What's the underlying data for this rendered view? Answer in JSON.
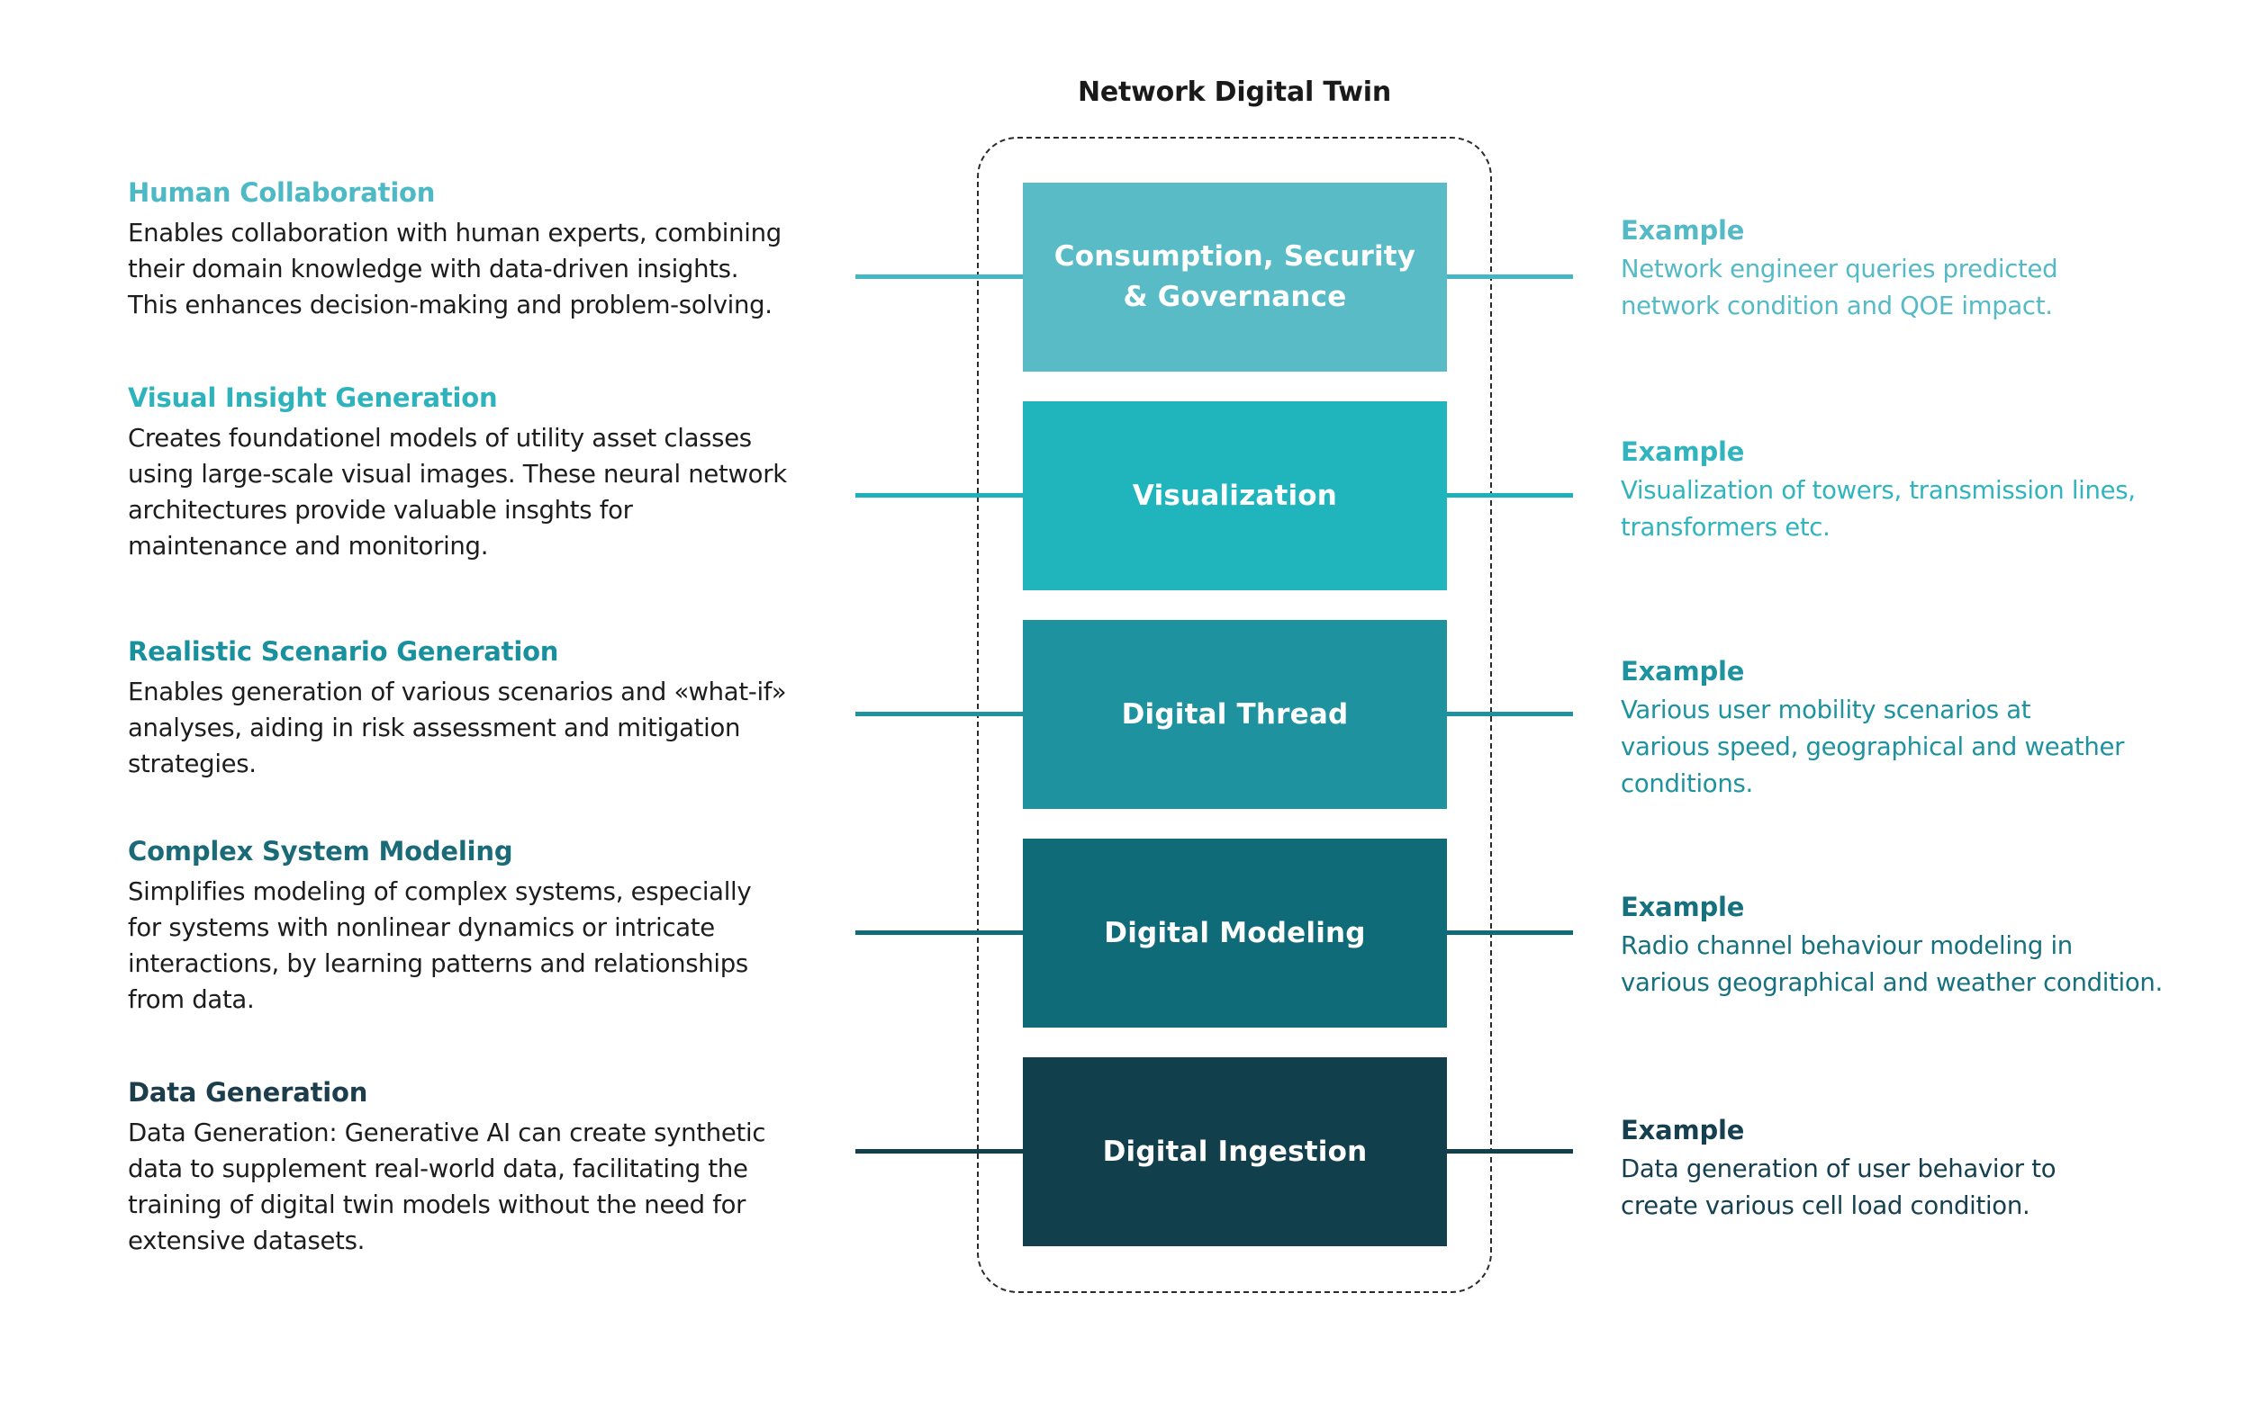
{
  "title": "Network Digital Twin",
  "rows": [
    {
      "feature_heading": "Human Collaboration",
      "feature_text": "Enables collaboration with human experts, combining\ntheir domain knowledge with data-driven insights.\nThis enhances decision-making and problem-solving.",
      "box_label": "Consumption, Security\n& Governance",
      "example_label": "Example",
      "example_text": "Network engineer queries predicted\nnetwork condition and QOE impact.",
      "colors": {
        "box": "#58bbc6",
        "line": "#46b6c3",
        "heading": "#4db9c5",
        "example": "#55bac6"
      }
    },
    {
      "feature_heading": "Visual Insight Generation",
      "feature_text": "Creates foundationel models of utility asset classes\nusing large-scale visual images. These neural network\narchitectures provide valuable insghts for\nmaintenance and monitoring.",
      "box_label": "Visualization",
      "example_label": "Example",
      "example_text": "Visualization of towers, transmission lines,\ntransformers etc.",
      "colors": {
        "box": "#20b4bc",
        "line": "#1db2bb",
        "heading": "#2eb3bd",
        "example": "#31b4be"
      }
    },
    {
      "feature_heading": "Realistic Scenario Generation",
      "feature_text": "Enables generation of various scenarios and «what-if»\nanalyses, aiding in risk assessment and mitigation\nstrategies.",
      "box_label": "Digital Thread",
      "example_label": "Example",
      "example_text": "Various user mobility scenarios at\nvarious speed, geographical and weather\nconditions.",
      "colors": {
        "box": "#1e929e",
        "line": "#1e929e",
        "heading": "#19909d",
        "example": "#1e929e"
      }
    },
    {
      "feature_heading": "Complex System Modeling",
      "feature_text": "Simplifies modeling of complex systems, especially\nfor systems with nonlinear dynamics or intricate\ninteractions, by learning patterns and relationships\nfrom data.",
      "box_label": "Digital Modeling",
      "example_label": "Example",
      "example_text": "Radio channel behaviour modeling in\nvarious geographical and weather condition.",
      "colors": {
        "box": "#0f6b78",
        "line": "#0f6b78",
        "heading": "#1a6a78",
        "example": "#16707e"
      }
    },
    {
      "feature_heading": "Data Generation",
      "feature_text": "Data Generation: Generative AI can create synthetic\ndata to supplement real-world data, facilitating the\ntraining of digital twin models without the need for\nextensive datasets.",
      "box_label": "Digital Ingestion",
      "example_label": "Example",
      "example_text": "Data generation of user behavior to\ncreate various cell load condition.",
      "colors": {
        "box": "#123f4c",
        "line": "#123f4c",
        "heading": "#1c3d4c",
        "example": "#164050"
      }
    }
  ]
}
